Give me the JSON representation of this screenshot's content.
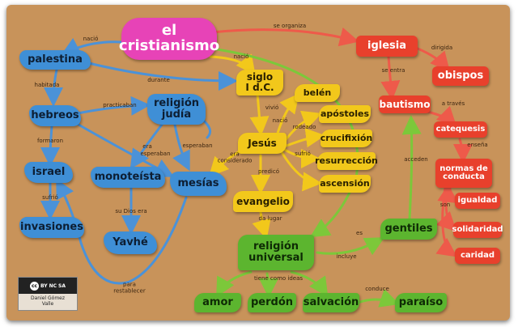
{
  "nodes": {
    "el_cristianismo": "el\ncristianismo",
    "palestina": "palestina",
    "hebreos": "hebreos",
    "religion_judia": "religión\njudía",
    "israel": "israel",
    "invasiones": "invasiones",
    "monoteista": "monoteísta",
    "mesias": "mesías",
    "yahve": "Yavhé",
    "siglo": "siglo\nI d.C.",
    "jesus": "Jesús",
    "belen": "belén",
    "apostoles": "apóstoles",
    "crucifixion": "crucifixión",
    "resurreccion": "resurrección",
    "ascension": "ascensión",
    "evangelio": "evangelio",
    "religion_universal": "religión\nuniversal",
    "iglesia": "iglesia",
    "obispos": "obispos",
    "bautismo": "bautismo",
    "catequesis": "catequesis",
    "normas": "normas de\nconducta",
    "igualdad": "igualdad",
    "solidaridad": "solidaridad",
    "caridad": "caridad",
    "gentiles": "gentiles",
    "amor": "amor",
    "perdon": "perdón",
    "salvacion": "salvación",
    "paraiso": "paraíso"
  },
  "edge_labels": {
    "nacio_palestina": "nació",
    "nacio_siglo": "nació",
    "se_organiza": "se organiza",
    "habitada": "habitada",
    "durante": "durante",
    "practicaban": "practicaban",
    "formaron": "formaron",
    "sufrio_israel": "sufrió",
    "era": "era",
    "esperaban_1": "esperaban",
    "esperaban_2": "esperaban",
    "su_dios_era": "su Dios era",
    "para_restablecer": "para\nrestablecer",
    "vivio": "vivió",
    "nacio_belen": "nació",
    "rodeado": "rodeado",
    "sufrio_jesus": "sufrió",
    "era_considerado": "era\nconsiderado",
    "predico": "predicó",
    "da_lugar": "da lugar",
    "es": "es",
    "incluye": "incluye",
    "acceden": "acceden",
    "se_entra": "se entra",
    "dirigida": "dirigida",
    "a_traves": "a través",
    "ensena": "enseña",
    "son": "son",
    "tiene_como_ideas": "tiene como ideas",
    "conduce": "conduce"
  },
  "license": {
    "badges": [
      "cc",
      "BY",
      "NC",
      "SA"
    ],
    "author": "Daniel Gómez\nValle"
  },
  "colors": {
    "background": "#c8935a",
    "blue": "#3f8fd6",
    "blue_link": "#4b92d8",
    "yellow": "#f2c81b",
    "red": "#e8402c",
    "red_link": "#ee5a4a",
    "green": "#5cb52f",
    "green_link": "#7cc83a",
    "pink": "#e743b7"
  }
}
